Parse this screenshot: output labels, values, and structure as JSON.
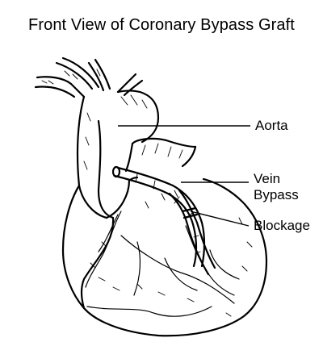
{
  "title": "Front View of Coronary Bypass Graft",
  "labels": {
    "aorta": "Aorta",
    "vein_bypass_line1": "Vein",
    "vein_bypass_line2": "Bypass",
    "blockage": "Blockage"
  },
  "colors": {
    "ink": "#000000",
    "background": "#ffffff"
  }
}
